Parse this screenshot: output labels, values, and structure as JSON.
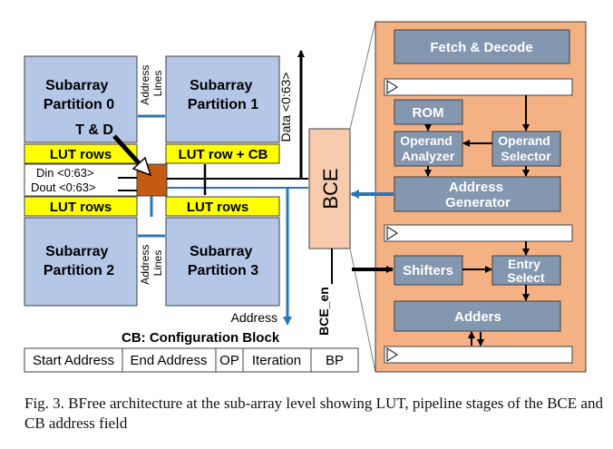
{
  "partitions": {
    "p0": [
      "Subarray",
      "Partition 0"
    ],
    "p1": [
      "Subarray",
      "Partition 1"
    ],
    "p2": [
      "Subarray",
      "Partition 2"
    ],
    "p3": [
      "Subarray",
      "Partition 3"
    ]
  },
  "address_lines": [
    "Address",
    "Lines"
  ],
  "td_label": "T & D",
  "lut": {
    "top_left": "LUT rows",
    "top_right": "LUT row + CB",
    "bottom_left": "LUT rows",
    "bottom_right": "LUT rows"
  },
  "din": "Din <0:63>",
  "dout": "Dout <0:63>",
  "data_label": "Data <0:63>",
  "bce": "BCE",
  "bce_en": "BCE_en",
  "address_label": "Address",
  "cb_title": "CB: Configuration Block",
  "cb_fields": [
    "Start Address",
    "End Address",
    "OP",
    "Iteration",
    "BP"
  ],
  "pipeline": {
    "fetch": "Fetch & Decode",
    "rom": "ROM",
    "operand_analyzer": [
      "Operand",
      "Analyzer"
    ],
    "operand_selector": [
      "Operand",
      "Selector"
    ],
    "address_generator": [
      "Address",
      "Generator"
    ],
    "shifters": "Shifters",
    "entry_select": [
      "Entry",
      "Select"
    ],
    "adders": "Adders"
  },
  "caption": "Fig. 3.  BFree architecture at the sub-array level showing LUT, pipeline stages of the BCE and CB address field",
  "colors": {
    "partition": "#b4c7e7",
    "lut": "#ffff00",
    "bce": "#f8cbad",
    "pipeline_bg": "#f4b183",
    "stage": "#8497b0",
    "td": "#c55a11",
    "blue": "#2e75b6"
  }
}
